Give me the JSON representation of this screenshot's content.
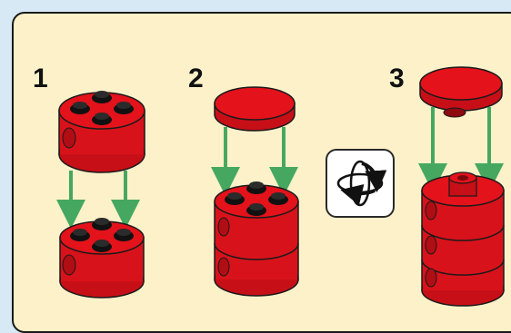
{
  "steps": [
    {
      "number": "1"
    },
    {
      "number": "2"
    },
    {
      "number": "3"
    }
  ],
  "icons": {
    "rotate": "rotate-model-icon"
  },
  "colors": {
    "background": "#d8e9f6",
    "panel": "#fdf1c9",
    "brick_red": "#e3121b",
    "arrow_green": "#46a860"
  }
}
